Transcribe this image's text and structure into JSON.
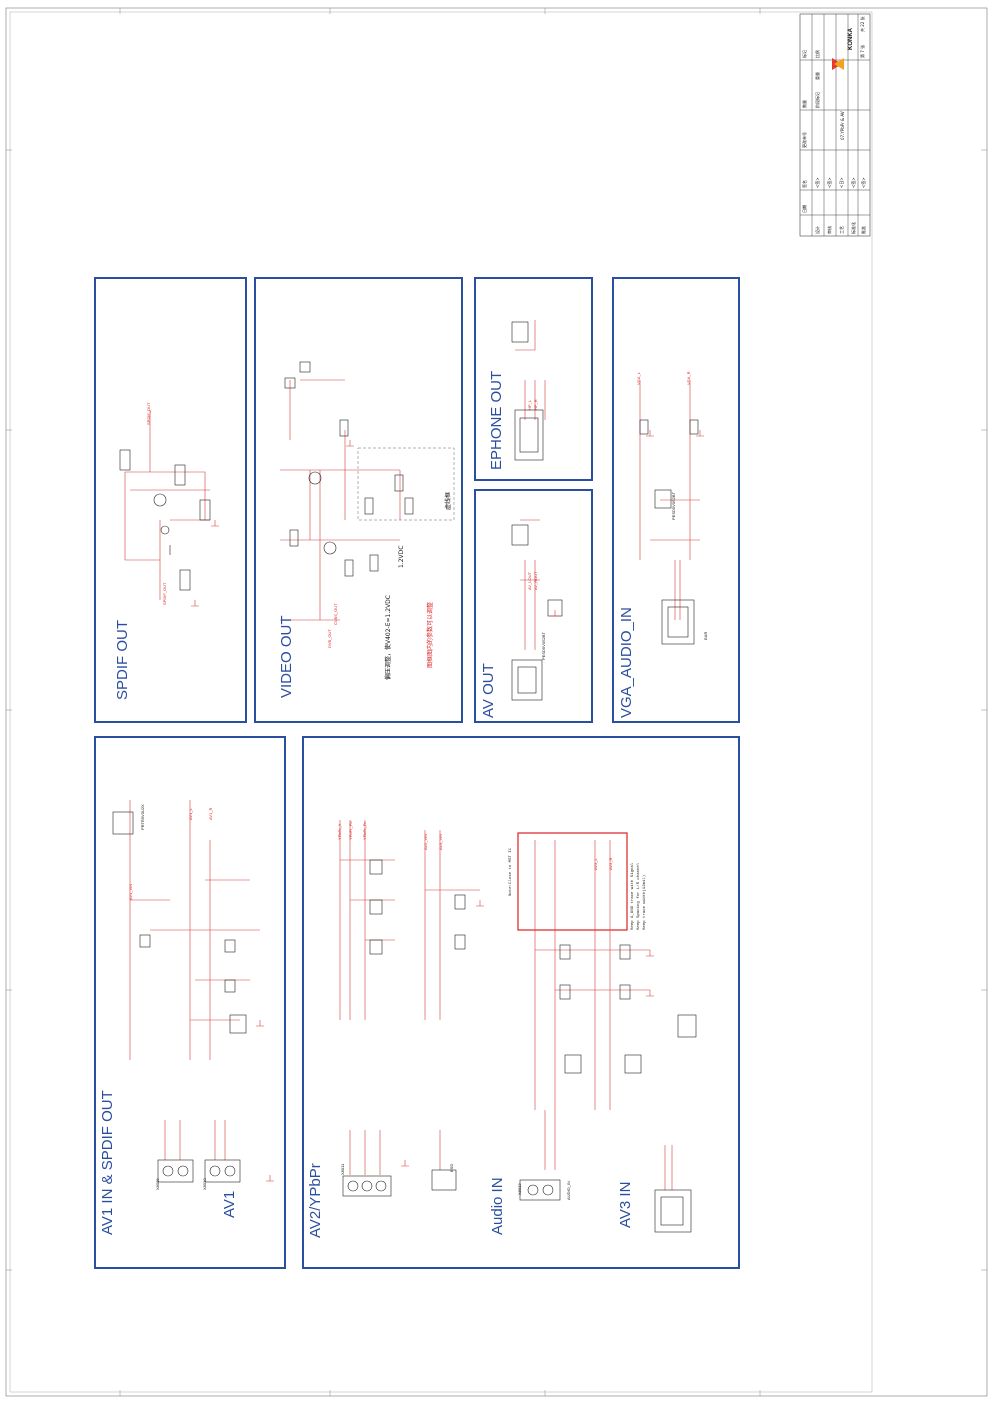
{
  "sections": {
    "spdif_out": "SPDIF OUT",
    "video_out": "VIDEO OUT",
    "ephone_out": "EPHONE OUT",
    "av_out": "AV OUT",
    "vga_audio_in": "VGA_AUDIO_IN",
    "av1_in_spdif_out": "AV1 IN & SPDIF OUT",
    "av1": "AV1",
    "av2_ypbpr": "AV2/YPbPr",
    "audio_in": "Audio IN",
    "av3_in": "AV3 IN"
  },
  "notes": {
    "video_red_note": "图框图内的参数可以调整",
    "video_adjust_note": "偏压调整，使V402-E=1.2VDC",
    "video_small_note": "1.2VDC",
    "video_dashed_note": "虚线框",
    "audio_note_title": "Note:Close to MST IC",
    "audio_note_1": "Keep A_GND trace with Signal",
    "audio_note_2": "Keep Spacing for L/R channel",
    "audio_note_3": "Keep trace width(12mil)"
  },
  "labels": {
    "spdif_out_net": "SPDIF_OUT",
    "audio_in_jack": "AUDIO_IN",
    "esd": "ESD",
    "dvb_out": "DVB_OUT",
    "cvbs_out": "CVBS_OUT",
    "av1_vin": "AV1_VIN",
    "av_lout": "AV_LOUT",
    "av_rout": "AV_ROUT",
    "vga_l": "VGA_L",
    "vga_r": "VGA_R",
    "hp_l": "HP_L",
    "hp_r": "HP_R",
    "av1_l": "AV1_L",
    "av1_r": "AV1_R",
    "ypbpr_y": "YPbPr_Y",
    "ypbpr_pb": "YPbPr_Pb",
    "ypbpr_pr": "YPbPr_Pr",
    "av3_l": "AV3_L",
    "av3_r": "AV3_R",
    "av2_vin": "AV2_VIN",
    "av3_vin": "AV3_VIN",
    "pesd": "PESD5V0S2BT",
    "prtr": "PRTR5V0U2X",
    "jack_label": "EAR",
    "connector": "X8008",
    "x8009": "X8009",
    "x8010": "X8010",
    "x8011": "X8011",
    "x8012": "X8012"
  },
  "title_block": {
    "headers": [
      "标记",
      "数量",
      "更改单号",
      "签名",
      "日期"
    ],
    "rows": [
      "设计",
      "审核",
      "工艺",
      "标准化",
      "批准"
    ],
    "doc_title": "07.YPbPr & AV",
    "company": "KONKA",
    "sheet_no": "第 7 张",
    "sheet_total": "共 22 张",
    "signature_col": [
      "<签>",
      "<签>",
      "<日>",
      "<签>",
      "<签>"
    ],
    "extra_cols": [
      "阶段标记",
      "重量",
      "比例"
    ]
  },
  "colors": {
    "box": "#2b4fa0",
    "wire": "#d23c3c",
    "part": "#222222",
    "highlight": "#d22222"
  }
}
